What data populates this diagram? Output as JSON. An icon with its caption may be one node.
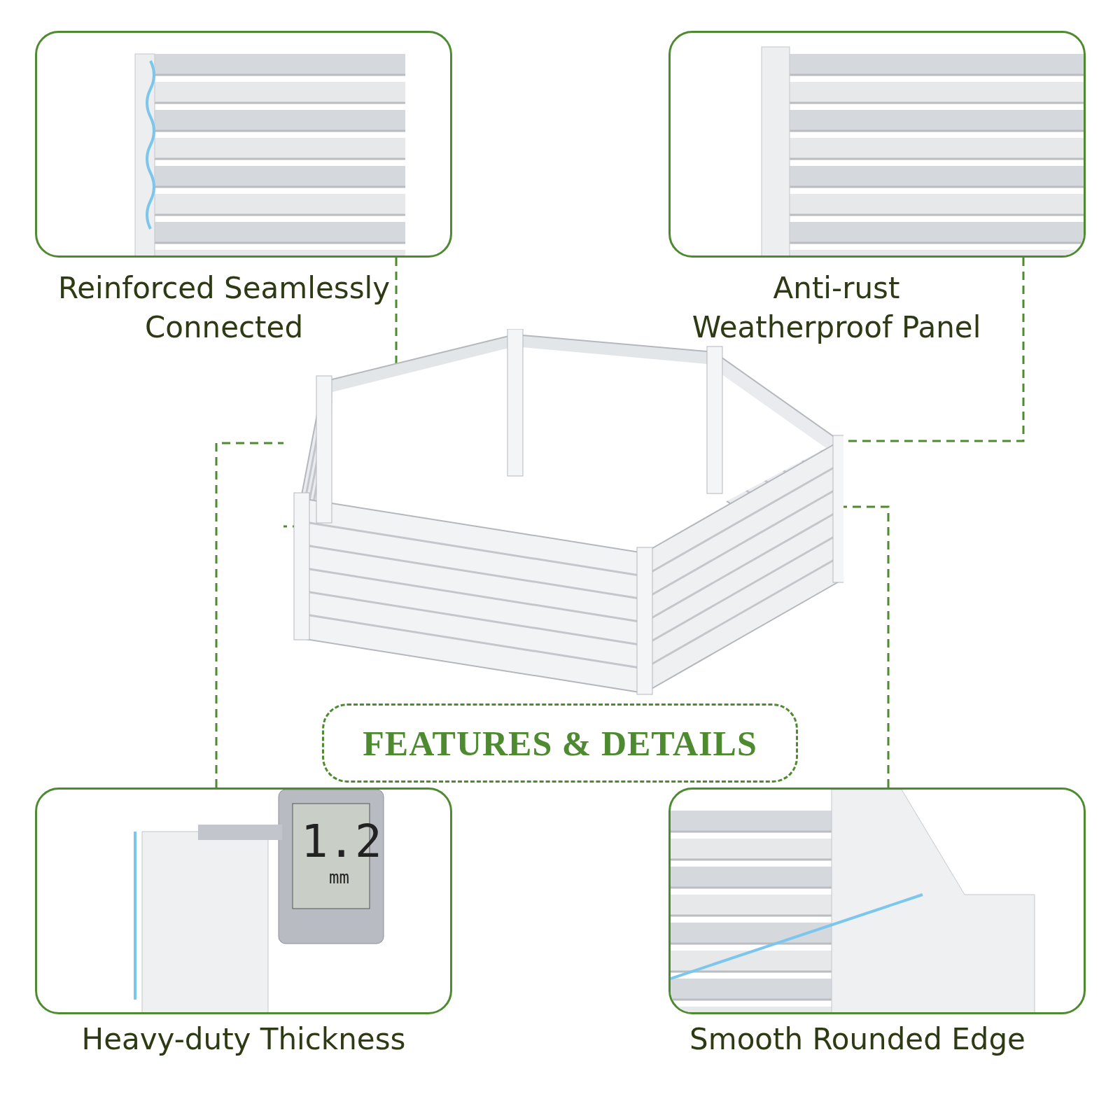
{
  "diagram": {
    "nodes": [
      {
        "text": [
          "Reinforced Seamlessly Connected"
        ]
      },
      {
        "text": [
          "Anti-rust Weatherproof Panel"
        ]
      },
      {
        "text": [],
        "shape": "picture"
      },
      {
        "text": [
          "FEATURES & DETAILS"
        ]
      },
      {
        "text": [
          "Heavy-duty Thickness"
        ]
      },
      {
        "text": [
          "Smooth Rounded Edge"
        ]
      }
    ],
    "edges": [
      {
        "from": 0,
        "to": 2,
        "arrow": "none",
        "style": "dashed"
      },
      {
        "from": 1,
        "to": 2,
        "arrow": "none",
        "style": "dashed"
      },
      {
        "from": 4,
        "to": 2,
        "arrow": "none",
        "style": "dashed"
      },
      {
        "from": 5,
        "to": 2,
        "arrow": "none",
        "style": "dashed"
      }
    ],
    "labels": [
      "1.2",
      "mm"
    ]
  }
}
